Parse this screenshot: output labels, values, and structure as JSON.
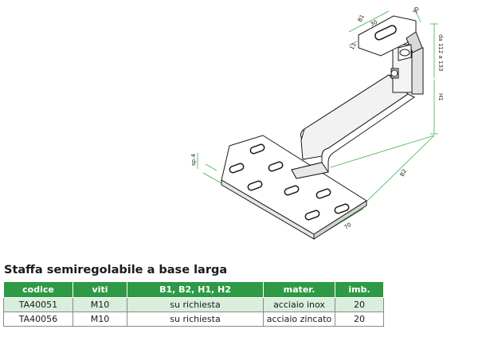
{
  "colors": {
    "accent": "#2e9a45",
    "dimension_line": "#39b54a",
    "row_highlight": "#d9eedb"
  },
  "drawing": {
    "dimensions": {
      "b1": "B1",
      "d30": "30",
      "d30b": "30",
      "d11": "11",
      "height_range": "da 112 a 133",
      "h1": "H1",
      "b2": "B2",
      "sp4": "sp.4",
      "d70": "70"
    }
  },
  "title": "Staffa semiregolabile a base larga",
  "table": {
    "headers": [
      "codice",
      "viti",
      "B1, B2, H1, H2",
      "mater.",
      "imb."
    ],
    "rows": [
      [
        "TA40051",
        "M10",
        "su richiesta",
        "acciaio inox",
        "20"
      ],
      [
        "TA40056",
        "M10",
        "su richiesta",
        "acciaio zincato",
        "20"
      ]
    ]
  }
}
